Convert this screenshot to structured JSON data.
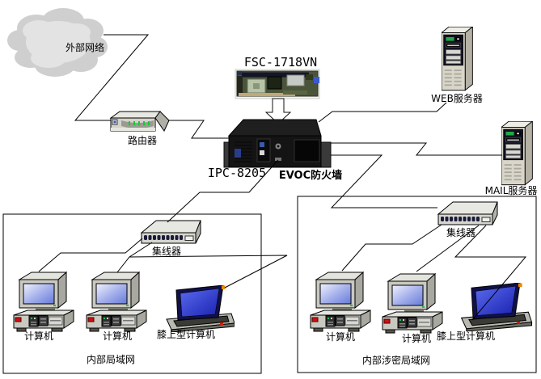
{
  "cloud": {
    "label": "外部网络"
  },
  "router": {
    "label": "路由器"
  },
  "board": {
    "model": "FSC-1718VN"
  },
  "firewall": {
    "chassis_model": "IPC-8205",
    "name": "EVOC防火墙"
  },
  "servers": {
    "web": "WEB服务器",
    "mail": "MAIL服务器"
  },
  "left_lan": {
    "hub": "集线器",
    "pc1": "计算机",
    "pc2": "计算机",
    "laptop": "膝上型计算机",
    "title": "内部局域网"
  },
  "right_lan": {
    "hub": "集线器",
    "pc1": "计算机",
    "pc2": "计算机",
    "laptop": "膝上型计算机",
    "title": "内部涉密局域网"
  },
  "colors": {
    "line": "#000000",
    "laptop_screen": "#2233cc",
    "monitor_screen": "#8899e0",
    "led_green": "#22bb44",
    "chassis": "#141414"
  }
}
